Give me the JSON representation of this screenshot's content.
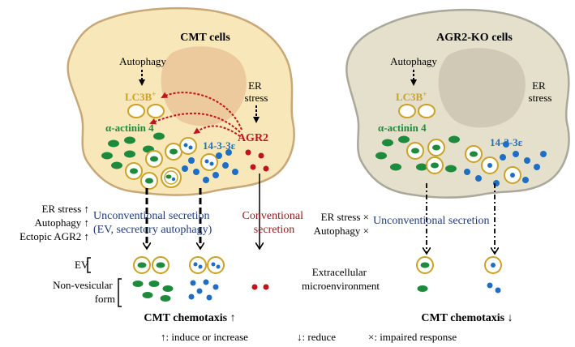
{
  "left_panel": {
    "title": "CMT cells",
    "autophagy": "Autophagy",
    "lc3b": "LC3B",
    "lc3b_sup": "+",
    "er_stress_line1": "ER",
    "er_stress_line2": "stress",
    "agr2": "AGR2",
    "actinin": "α-actinin 4",
    "protein1433": "14-3-3ε",
    "conditions": [
      "ER stress ↑",
      "Autophagy ↑",
      "Ectopic AGR2 ↑"
    ],
    "unconventional_line1": "Unconventional secretion",
    "unconventional_line2": "(EV, secretory autophagy)",
    "conventional_line1": "Conventional",
    "conventional_line2": "secretion",
    "ev_label": "EV",
    "nonvesicular_line1": "Non-vesicular",
    "nonvesicular_line2": "form",
    "result": "CMT chemotaxis ↑"
  },
  "right_panel": {
    "title": "AGR2-KO cells",
    "autophagy": "Autophagy",
    "lc3b": "LC3B",
    "lc3b_sup": "+",
    "er_stress_line1": "ER",
    "er_stress_line2": "stress",
    "actinin": "α-actinin 4",
    "protein1433": "14-3-3ε",
    "conditions": [
      "ER stress ×",
      "Autophagy ×"
    ],
    "unconventional": "Unconventional secretion",
    "extracellular_line1": "Extracellular",
    "extracellular_line2": "microenvironment",
    "result": "CMT chemotaxis ↓"
  },
  "legend": {
    "increase": "↑: induce or increase",
    "reduce": "↓: reduce",
    "impaired": "×: impaired response"
  },
  "colors": {
    "cmt_cell_fill": "#f8e7b8",
    "cmt_cell_stroke": "#c8a878",
    "cmt_nucleus": "#eac79a",
    "ko_cell_fill": "#e4e0cc",
    "ko_cell_stroke": "#aaa89a",
    "ko_nucleus": "#cfc7b4",
    "lc3b_gold": "#c9a227",
    "actinin_green": "#1e8a3c",
    "blue_1433": "#1e6fc4",
    "agr2_red": "#c0141c",
    "navy_text": "#1f3c7a"
  }
}
